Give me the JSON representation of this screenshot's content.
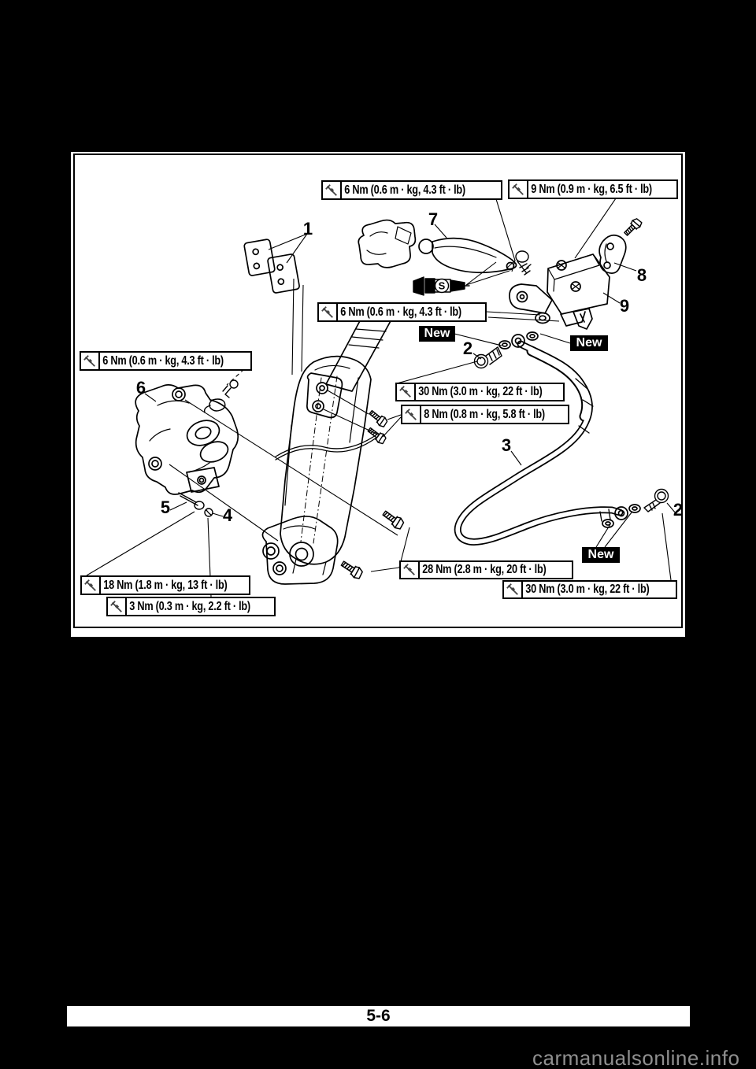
{
  "page": {
    "background_color": "#000000",
    "paper_color": "#ffffff",
    "ink_color": "#000000",
    "watermark": "carmanualsonline.info",
    "watermark_color": "#8f8f8f",
    "footer_page_number": "5-6"
  },
  "diagram": {
    "torque_labels": [
      {
        "id": "torque-6nm-top",
        "text": "6 Nm (0.6 m · kg, 4.3 ft · lb)"
      },
      {
        "id": "torque-9nm-top",
        "text": "9 Nm (0.9 m · kg, 6.5 ft · lb)"
      },
      {
        "id": "torque-6nm-middle",
        "text": "6 Nm (0.6 m · kg, 4.3 ft · lb)"
      },
      {
        "id": "torque-6nm-left",
        "text": "6 Nm (0.6 m · kg, 4.3 ft · lb)"
      },
      {
        "id": "torque-30nm-middle",
        "text": "30 Nm (3.0 m · kg, 22 ft · lb)"
      },
      {
        "id": "torque-8nm-middle",
        "text": "8 Nm (0.8 m · kg, 5.8 ft · lb)"
      },
      {
        "id": "torque-28nm-bottom",
        "text": "28 Nm (2.8 m · kg, 20 ft · lb)"
      },
      {
        "id": "torque-30nm-bottom",
        "text": "30 Nm (3.0 m · kg, 22 ft · lb)"
      },
      {
        "id": "torque-18nm-bottom",
        "text": "18 Nm (1.8 m · kg, 13 ft · lb)"
      },
      {
        "id": "torque-3nm-bottom",
        "text": "3 Nm (0.3 m · kg, 2.2 ft · lb)"
      }
    ],
    "new_tags": [
      "New",
      "New",
      "New"
    ],
    "callouts": [
      {
        "label": "1"
      },
      {
        "label": "7"
      },
      {
        "label": "8"
      },
      {
        "label": "9"
      },
      {
        "label": "2"
      },
      {
        "label": "3"
      },
      {
        "label": "6"
      },
      {
        "label": "5"
      },
      {
        "label": "4"
      },
      {
        "label": "2"
      }
    ],
    "grease_symbol_letter": "S"
  }
}
